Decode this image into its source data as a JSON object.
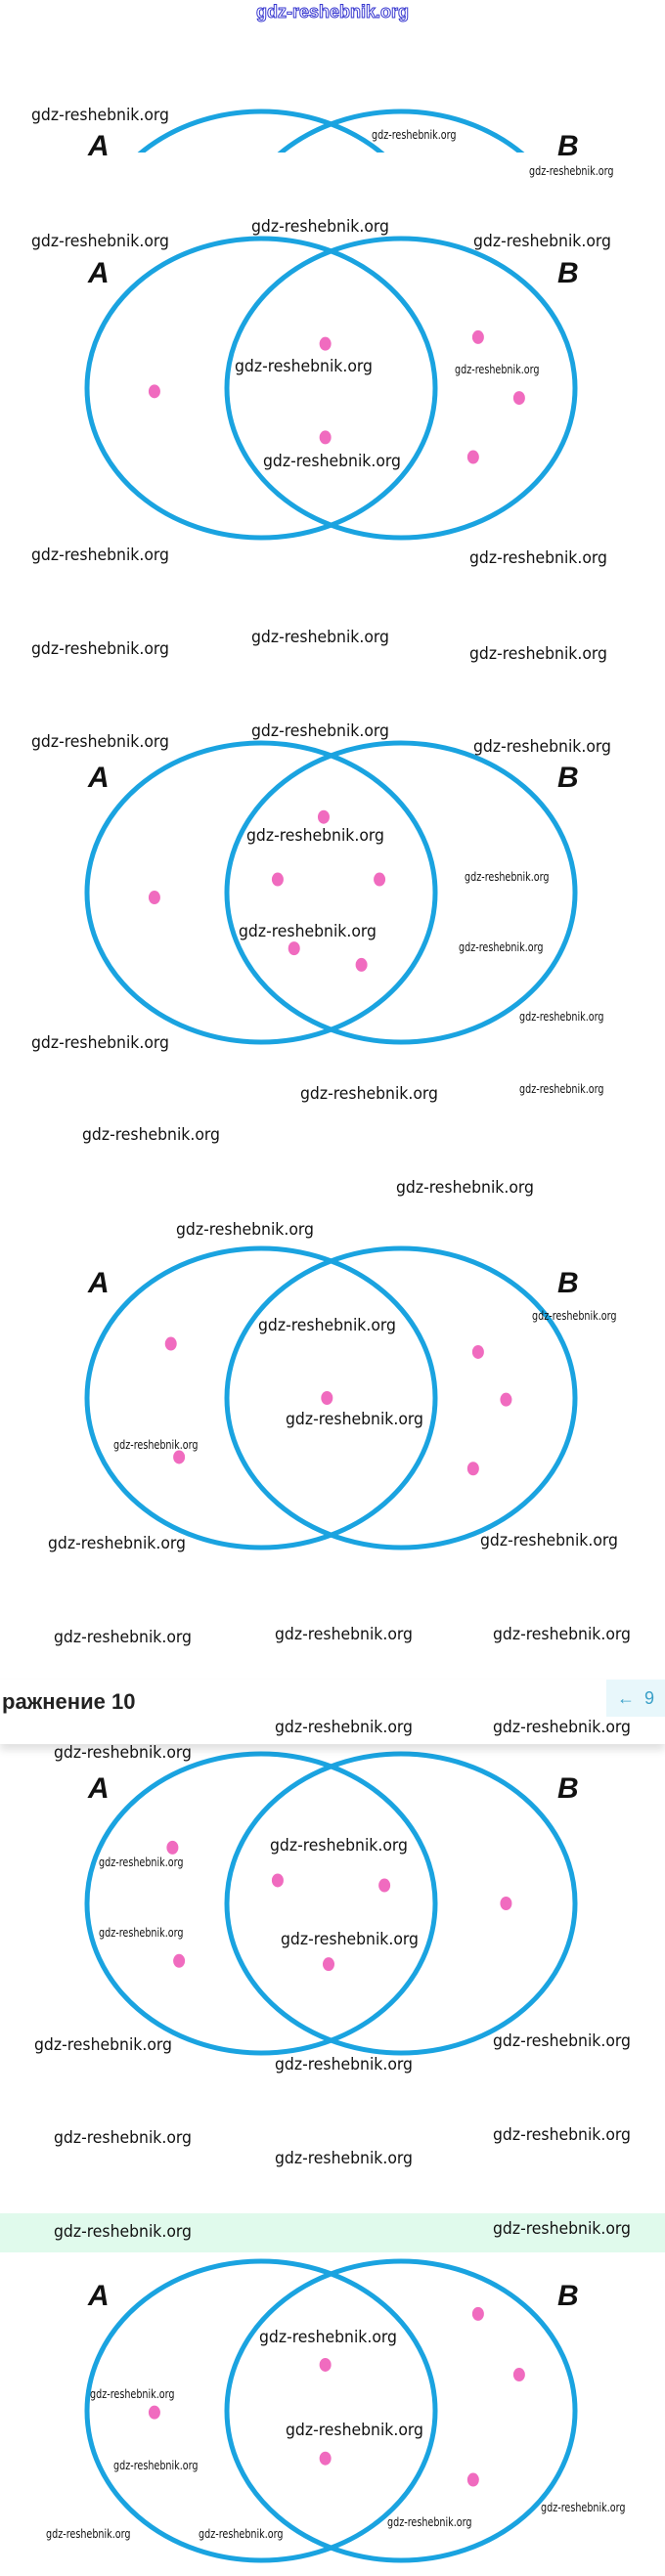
{
  "site_title": "gdz-reshebnik.org",
  "exercise_header": {
    "title": "ражнение 10",
    "prev_label": "9",
    "prev_icon": "arrow-left-icon"
  },
  "venn": {
    "label_a": "A",
    "label_b": "B",
    "colors": {
      "circle": "#1aa3e0",
      "dot": "#f06bbf"
    }
  },
  "watermarks": [
    "gdz-reshebnik.org",
    "gdz-reshebnik.org",
    "gdz-reshebnik.org",
    "gdz-reshebnik.org",
    "gdz-reshebnik.org",
    "gdz-reshebnik.org",
    "gdz-reshebnik.org",
    "gdz-reshebnik.org",
    "gdz-reshebnik.org",
    "gdz-reshebnik.org",
    "gdz-reshebnik.org",
    "gdz-reshebnik.org",
    "gdz-reshebnik.org",
    "gdz-reshebnik.org",
    "gdz-reshebnik.org",
    "gdz-reshebnik.org",
    "gdz-reshebnik.org",
    "gdz-reshebnik.org",
    "gdz-reshebnik.org",
    "gdz-reshebnik.org",
    "gdz-reshebnik.org",
    "gdz-reshebnik.org",
    "gdz-reshebnik.org",
    "gdz-reshebnik.org",
    "gdz-reshebnik.org",
    "gdz-reshebnik.org",
    "gdz-reshebnik.org",
    "gdz-reshebnik.org",
    "gdz-reshebnik.org",
    "gdz-reshebnik.org",
    "gdz-reshebnik.org",
    "gdz-reshebnik.org",
    "gdz-reshebnik.org",
    "gdz-reshebnik.org",
    "gdz-reshebnik.org",
    "gdz-reshebnik.org",
    "gdz-reshebnik.org",
    "gdz-reshebnik.org",
    "gdz-reshebnik.org",
    "gdz-reshebnik.org",
    "gdz-reshebnik.org",
    "gdz-reshebnik.org",
    "gdz-reshebnik.org"
  ],
  "small_watermarks": [
    "gdz-reshebnik.org",
    "gdz-reshebnik.org",
    "gdz-reshebnik.org",
    "gdz-reshebnik.org",
    "gdz-reshebnik.org",
    "gdz-reshebnik.org",
    "gdz-reshebnik.org",
    "gdz-reshebnik.org",
    "gdz-reshebnik.org",
    "gdz-reshebnik.org",
    "gdz-reshebnik.org",
    "gdz-reshebnik.org",
    "gdz-reshebnik.org",
    "gdz-reshebnik.org",
    "gdz-reshebnik.org",
    "gdz-reshebnik.org",
    "gdz-reshebnik.org"
  ]
}
